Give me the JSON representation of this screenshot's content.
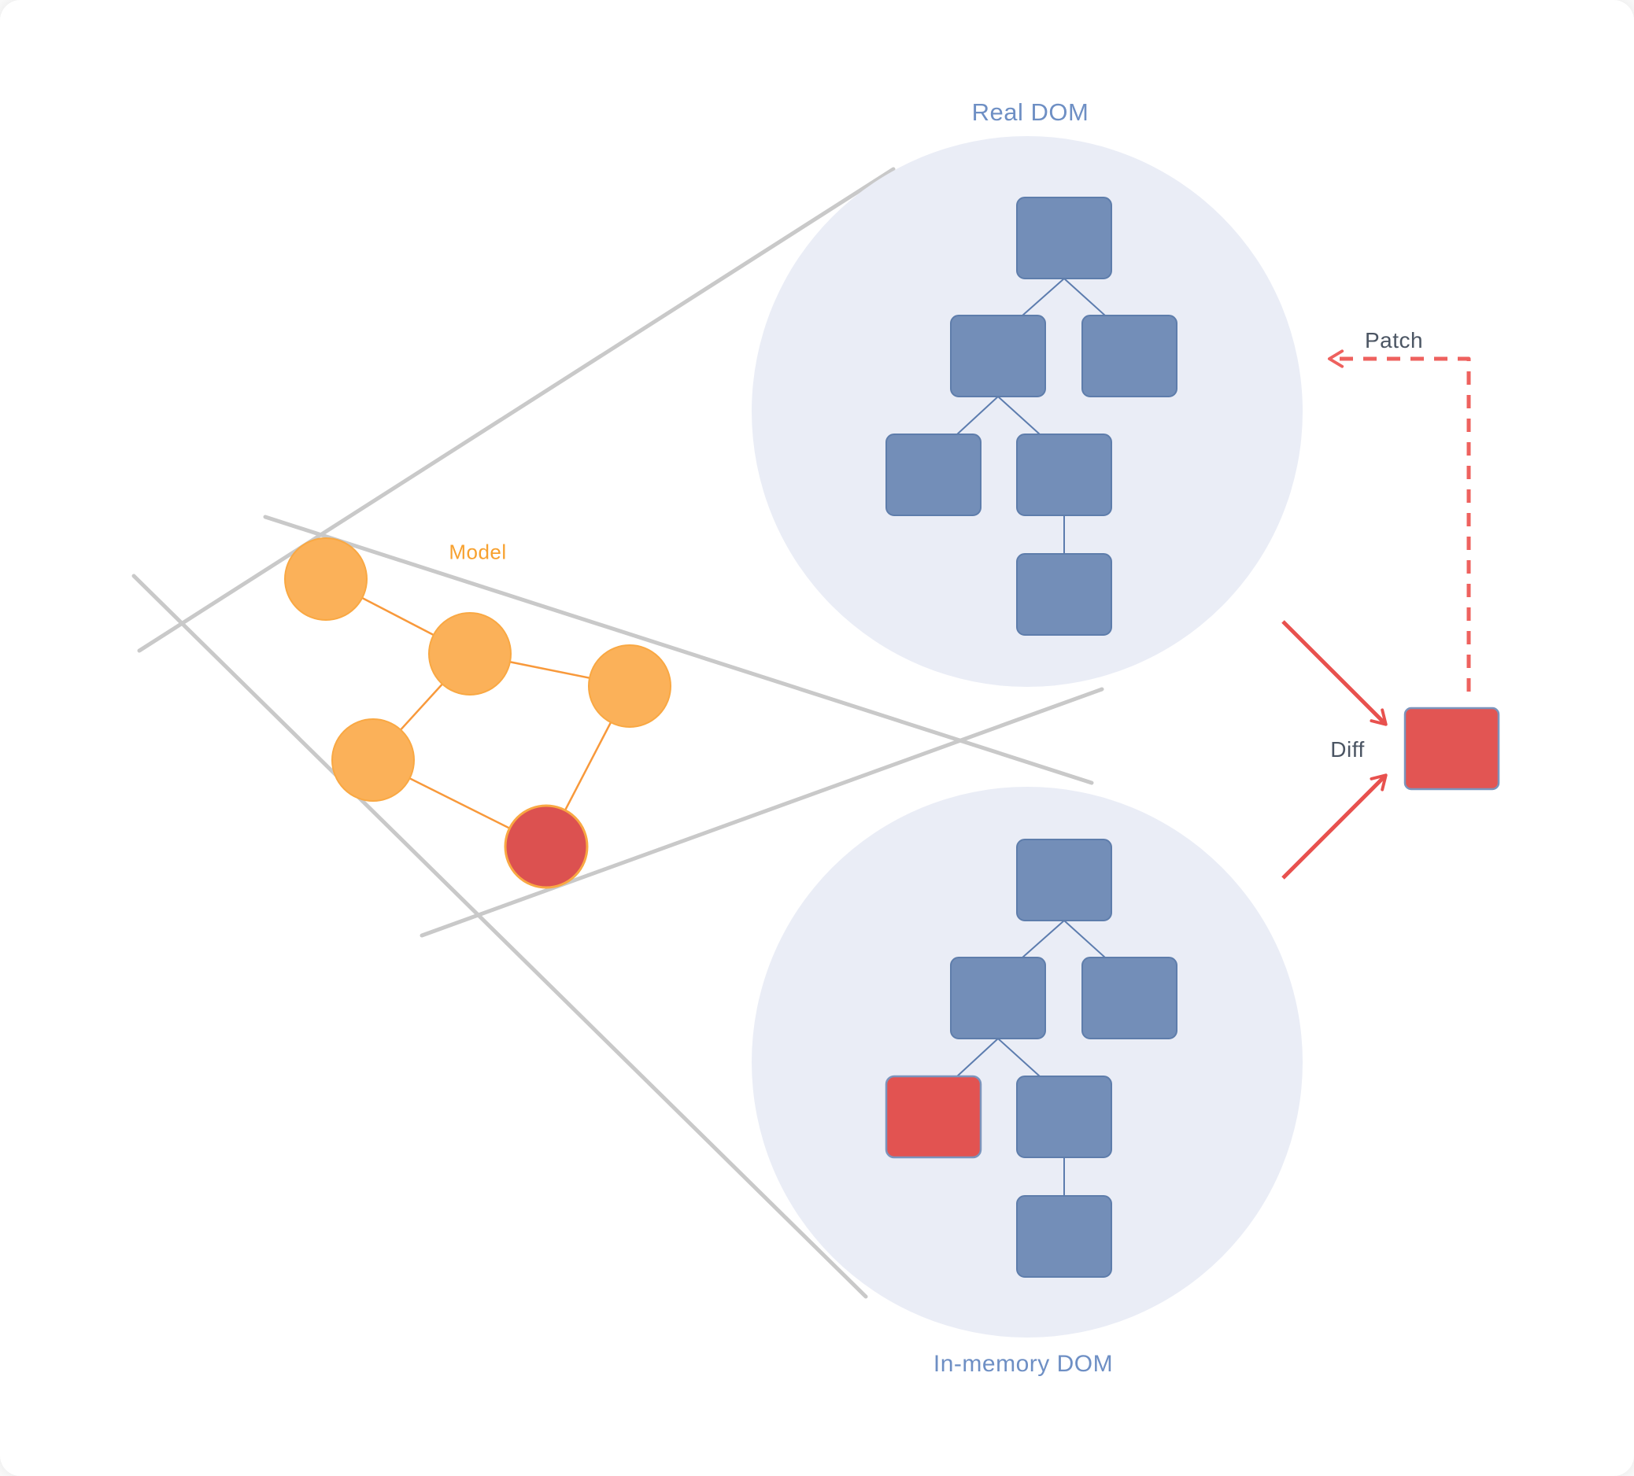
{
  "labels": {
    "real_dom": "Real DOM",
    "in_memory_dom": "In-memory DOM",
    "model": "Model",
    "diff": "Diff",
    "patch": "Patch"
  },
  "colors": {
    "circle_fill": "#eaedf6",
    "tree_node_fill": "#738eb8",
    "tree_node_border": "#5e7dab",
    "tree_connector": "#5c7cae",
    "changed_node_fill": "#e25351",
    "changed_node_border": "#7b94bc",
    "model_node_fill": "#fbb159",
    "model_node_border": "#f9a843",
    "model_changed_node_fill": "#dc5150",
    "model_edge": "#f8993b",
    "projection_line": "#c9c9c9",
    "diff_arrow": "#e8514e",
    "patch_arrow": "#ee615e",
    "label_blue": "#6e8fc4",
    "label_orange": "#f7a12f",
    "label_dark": "#4b5563"
  },
  "model": {
    "node_count": 5,
    "changed_node_count": 1,
    "edge_count": 5
  },
  "real_dom_tree": {
    "node_count": 6,
    "changed_node_count": 0
  },
  "in_memory_dom_tree": {
    "node_count": 6,
    "changed_node_count": 1,
    "changed_node_position": "level-3-left"
  },
  "flow": {
    "diff_sources": [
      "Real DOM",
      "In-memory DOM"
    ],
    "patch_target": "Real DOM"
  }
}
